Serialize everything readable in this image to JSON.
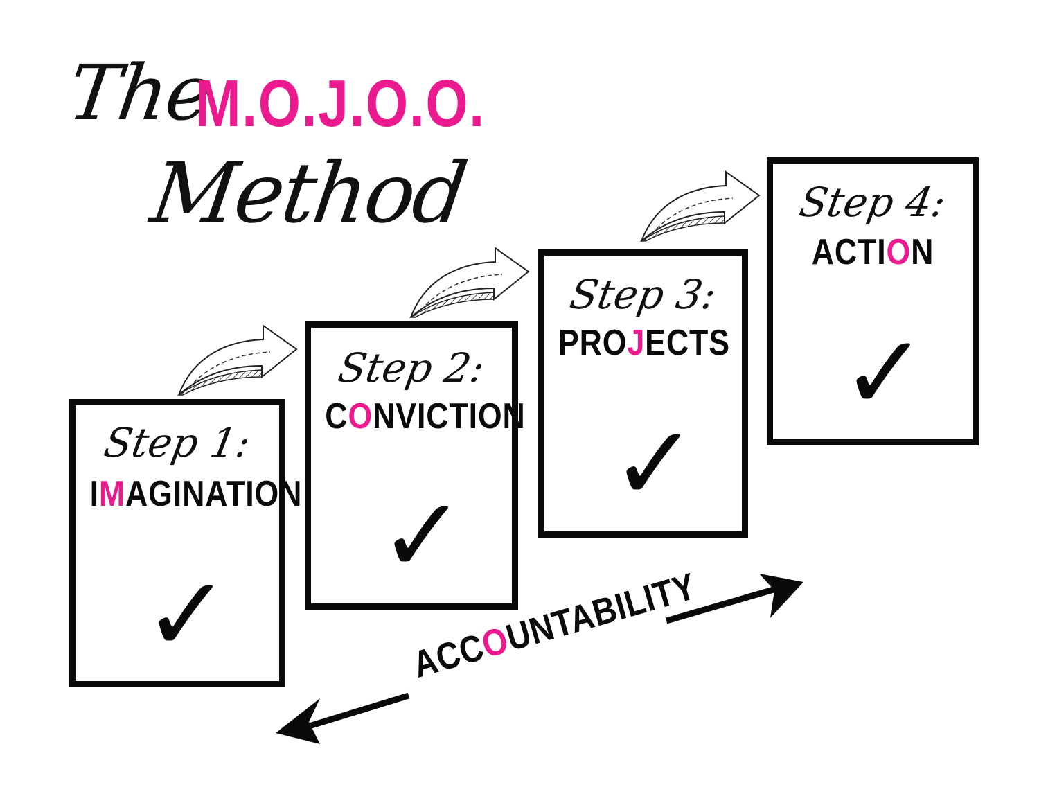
{
  "title": {
    "prefix": "The",
    "acronym": "M.O.J.O.O.",
    "suffix": "Method"
  },
  "colors": {
    "accent": "#ec1a8f",
    "ink": "#0a0a0a",
    "background": "#ffffff"
  },
  "steps": [
    {
      "label": "Step 1:",
      "name_pre": "I",
      "name_hl": "M",
      "name_post": "AGINATION",
      "icon": "checkmark-icon"
    },
    {
      "label": "Step 2:",
      "name_pre": "C",
      "name_hl": "O",
      "name_post": "NVICTION",
      "icon": "checkmark-icon"
    },
    {
      "label": "Step 3:",
      "name_pre": "PRO",
      "name_hl": "J",
      "name_post": "ECTS",
      "icon": "checkmark-icon"
    },
    {
      "label": "Step 4:",
      "name_pre": "ACTI",
      "name_hl": "O",
      "name_post": "N",
      "icon": "checkmark-icon"
    }
  ],
  "accountability": {
    "pre": "ACC",
    "hl": "O",
    "post": "UNTABILITY"
  },
  "check_glyph": "✓"
}
